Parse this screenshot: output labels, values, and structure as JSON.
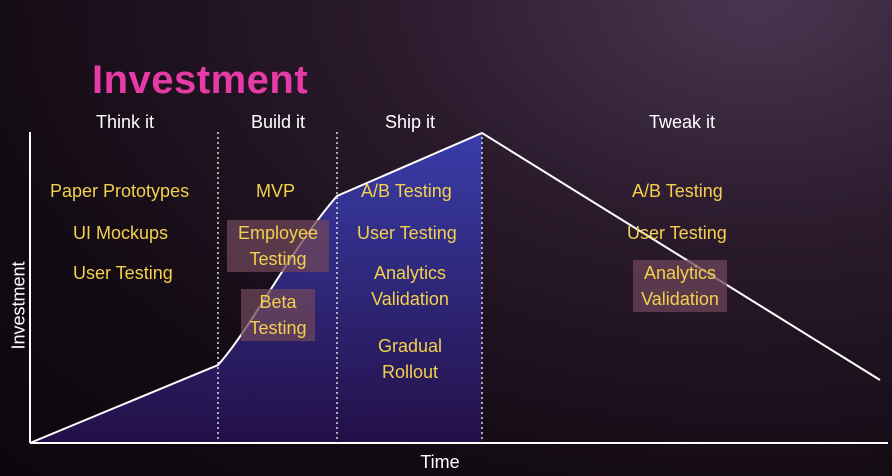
{
  "title": "Investment",
  "axes": {
    "y": "Investment",
    "x": "Time"
  },
  "colors": {
    "title": "#e63aa7",
    "text": "#f4d04c",
    "line": "#ffffff",
    "fill_top": "#3a3fb0",
    "fill_bottom": "#24104a"
  },
  "phases": [
    {
      "label": "Think it",
      "items": [
        "Paper Prototypes",
        "UI Mockups",
        "User Testing"
      ]
    },
    {
      "label": "Build it",
      "items": [
        "MVP",
        "Employee Testing",
        "Beta Testing"
      ]
    },
    {
      "label": "Ship it",
      "items": [
        "A/B Testing",
        "User Testing",
        "Analytics Validation",
        "Gradual Rollout"
      ]
    },
    {
      "label": "Tweak it",
      "items": [
        "A/B Testing",
        "User Testing",
        "Analytics Validation"
      ]
    }
  ]
}
